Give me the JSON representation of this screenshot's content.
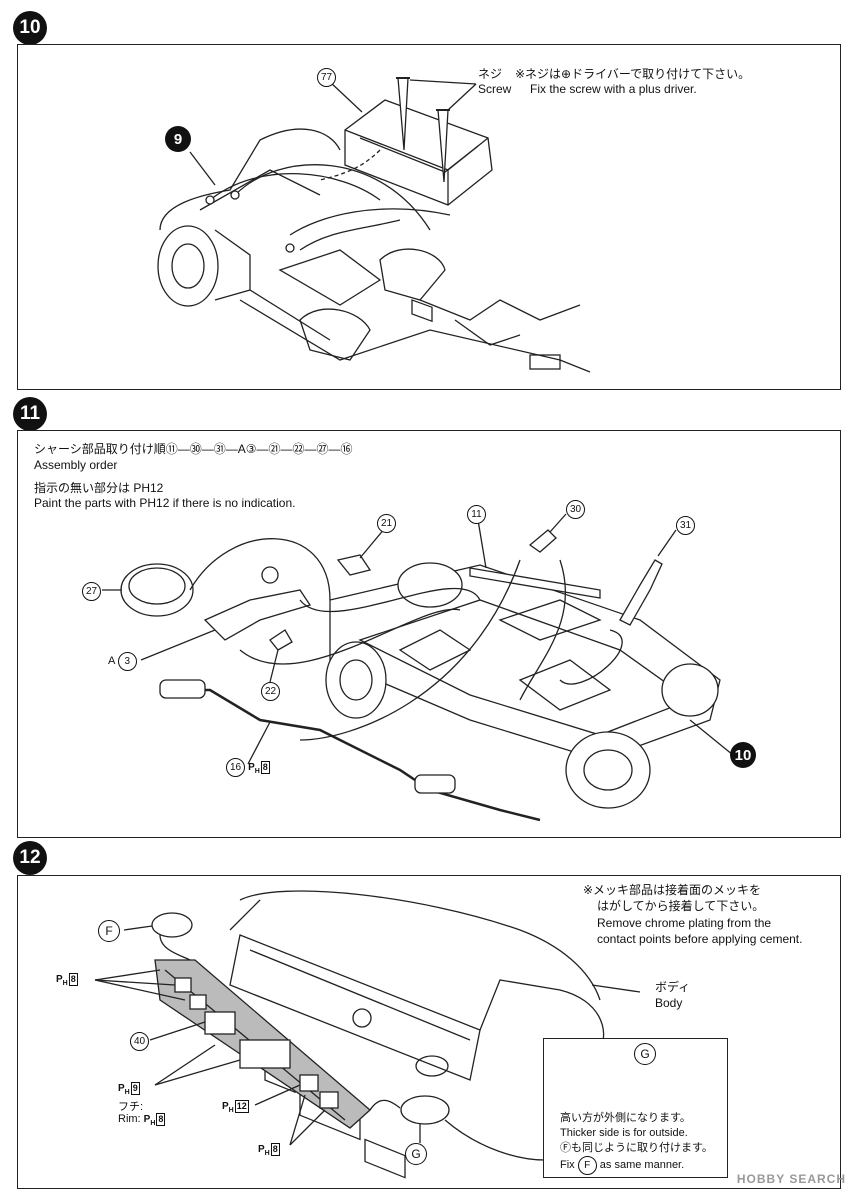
{
  "step10": {
    "number": "10",
    "part_main": "77",
    "part_black": "9",
    "screw_jp": "ネジ",
    "screw_note_jp": "※ネジは⊕ドライバーで取り付けて下さい。",
    "screw_en": "Screw",
    "screw_note_en": "Fix the screw with a plus driver."
  },
  "step11": {
    "number": "11",
    "order_jp": "シャーシ部品取り付け順⑪—㉚—㉛—A③—㉑—㉒—㉗—⑯",
    "order_en": "Assembly order",
    "paint_jp": "指示の無い部分は PH12",
    "paint_en": "Paint the parts with PH12 if there is no indication.",
    "callouts": {
      "p21": "21",
      "p11": "11",
      "p30": "30",
      "p31": "31",
      "p27": "27",
      "a3_prefix": "A",
      "a3": "3",
      "p22": "22",
      "p16": "16",
      "p16_paint_letter": "P",
      "p16_paint_sub": "H",
      "p16_paint_num": "8",
      "p10_black": "10"
    }
  },
  "step12": {
    "number": "12",
    "chrome_note_jp1": "※メッキ部品は接着面のメッキを",
    "chrome_note_jp2": "はがしてから接着して下さい。",
    "chrome_note_en1": "Remove chrome plating from the",
    "chrome_note_en2": "contact points before applying cement.",
    "body_jp": "ボディ",
    "body_en": "Body",
    "part_f": "F",
    "part_g": "G",
    "part_40": "40",
    "paint_letter": "P",
    "paint_sub": "H",
    "paint_8": "8",
    "paint_9": "9",
    "paint_12": "12",
    "rim_jp": "フチ:",
    "rim_en": "Rim:",
    "inset": {
      "part": "G",
      "note_jp1": "高い方が外側になります。",
      "note_en1": "Thicker side is for outside.",
      "note_jp2": "Ⓕも同じように取り付けます。",
      "note_en2_prefix": "Fix",
      "note_en2_part": "F",
      "note_en2_suffix": "as same manner."
    }
  },
  "watermark": "HOBBY SEARCH"
}
